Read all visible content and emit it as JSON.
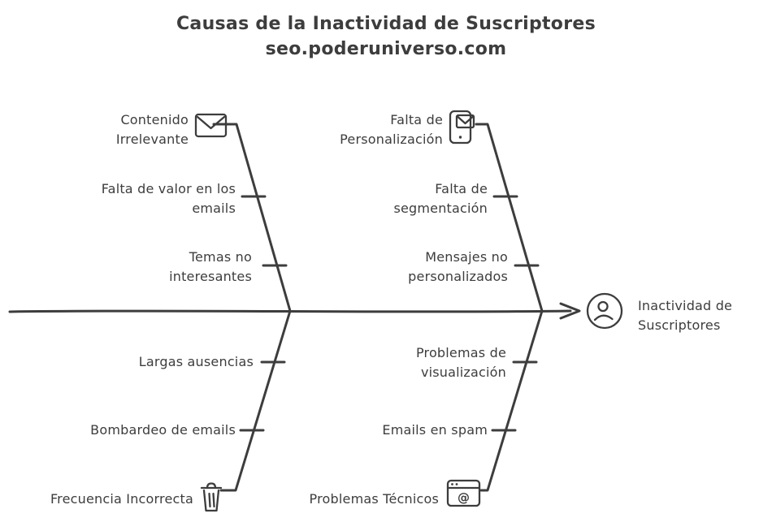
{
  "colors": {
    "ink": "#3d3d3d",
    "background": "#ffffff"
  },
  "title": {
    "line1": "Causas de la Inactividad de Suscriptores",
    "line2": "seo.poderuniverso.com"
  },
  "effect": {
    "label": "Inactividad de Suscriptores",
    "icon": "subscriber-head-icon"
  },
  "branches": {
    "top_left": {
      "label": "Contenido Irrelevante",
      "icon": "envelope-icon",
      "causes": [
        "Falta de valor en los emails",
        "Temas no interesantes"
      ]
    },
    "top_right": {
      "label": "Falta de Personalización",
      "icon": "phone-mail-icon",
      "causes": [
        "Falta de segmentación",
        "Mensajes no personalizados"
      ]
    },
    "bottom_left": {
      "label": "Frecuencia Incorrecta",
      "icon": "trash-icon",
      "causes": [
        "Largas ausencias",
        "Bombardeo de emails"
      ]
    },
    "bottom_right": {
      "label": "Problemas Técnicos",
      "icon": "browser-at-icon",
      "causes": [
        "Problemas de visualización",
        "Emails en spam"
      ]
    }
  },
  "icons": {
    "at_symbol": "@"
  }
}
